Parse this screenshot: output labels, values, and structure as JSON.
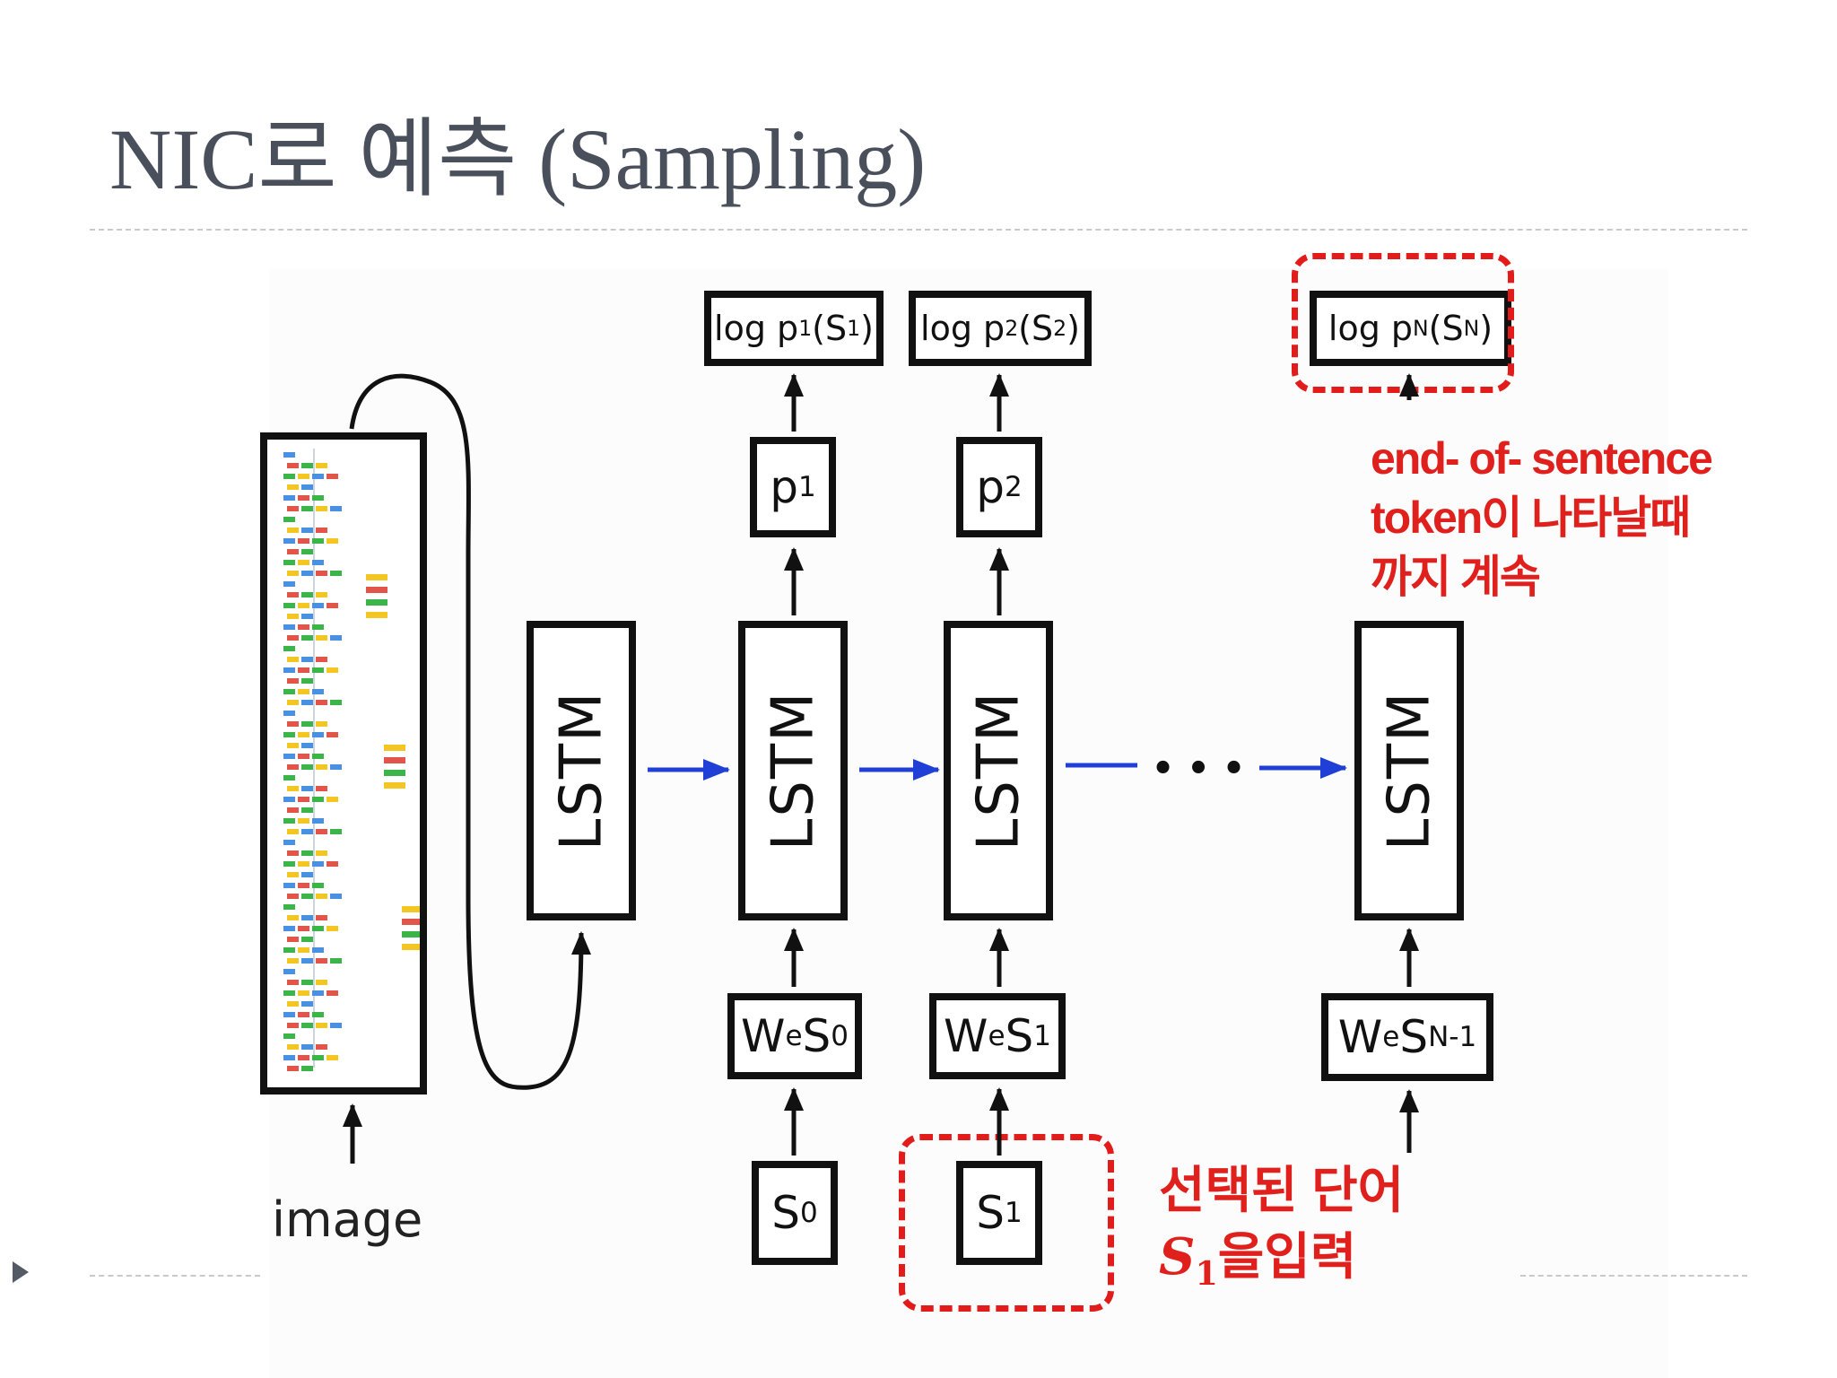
{
  "slide": {
    "title": "NIC로  예측 (Sampling)"
  },
  "diagram": {
    "image_label": "image",
    "lstm_label": "LSTM",
    "outputs": [
      {
        "prefix": "log p",
        "sub": "1",
        "mid": "(S",
        "sub2": "1",
        "suffix": ")"
      },
      {
        "prefix": "log p",
        "sub": "2",
        "mid": "(S",
        "sub2": "2",
        "suffix": ")"
      },
      {
        "prefix": "log p",
        "sub": "N",
        "mid": "(S",
        "sub2": "N",
        "suffix": ")"
      }
    ],
    "probs": [
      {
        "base": "p",
        "sub": "1"
      },
      {
        "base": "p",
        "sub": "2"
      }
    ],
    "embeddings": [
      {
        "base": "W",
        "sub": "e",
        "var": "S",
        "sub2": "0"
      },
      {
        "base": "W",
        "sub": "e",
        "var": "S",
        "sub2": "1"
      },
      {
        "base": "W",
        "sub": "e",
        "var": "S",
        "sub2": "N-1"
      }
    ],
    "inputs": [
      {
        "base": "S",
        "sub": "0"
      },
      {
        "base": "S",
        "sub": "1"
      }
    ],
    "ellipsis": "• • •"
  },
  "annotations": {
    "eos_line1": "end- of- sentence",
    "eos_line2": "token이  나타날때",
    "eos_line3": "까지 계속",
    "selected_line1": "선택된 단어",
    "selected_math_base": "S",
    "selected_math_sub": "1",
    "selected_line2_rest": "을입력"
  },
  "colors": {
    "title": "#4a4f5c",
    "annotation_red": "#e0201c",
    "flow_arrow_blue": "#1f3fd6",
    "box_border": "#111111"
  }
}
